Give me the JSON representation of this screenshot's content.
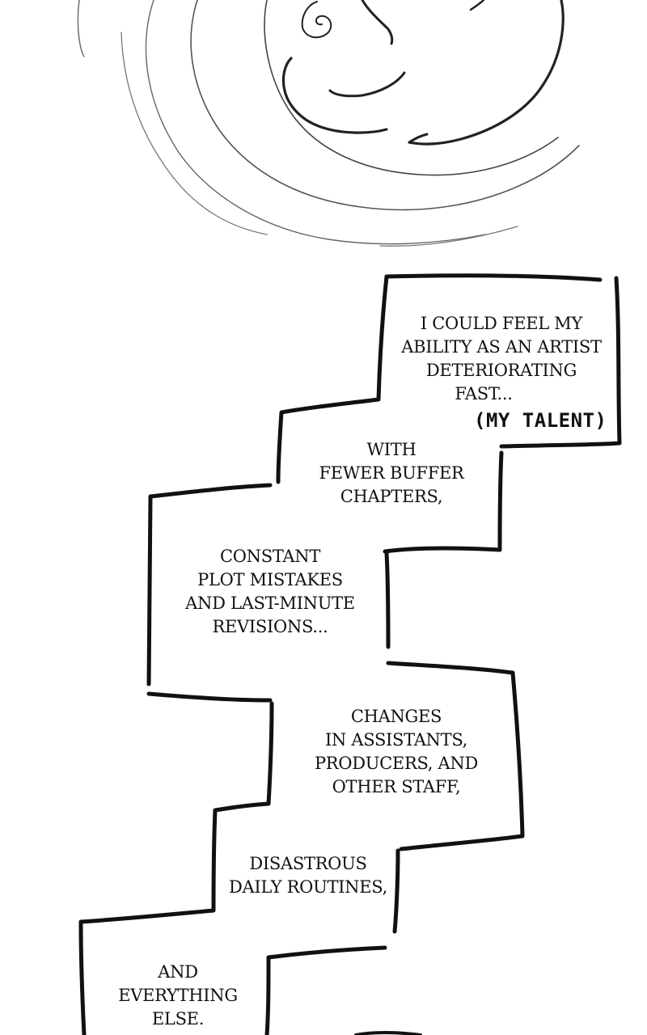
{
  "captions": [
    {
      "id": "talent",
      "lines": [
        "I COULD FEEL MY",
        "ABILITY AS AN ARTIST",
        "DETERIORATING",
        "FAST..."
      ]
    },
    {
      "id": "buffer",
      "lines": [
        "WITH",
        "FEWER BUFFER",
        "CHAPTERS,"
      ]
    },
    {
      "id": "mistakes",
      "lines": [
        "CONSTANT",
        "PLOT MISTAKES",
        "AND LAST-MINUTE",
        "REVISIONS..."
      ]
    },
    {
      "id": "staff",
      "lines": [
        "CHANGES",
        "IN ASSISTANTS,",
        "PRODUCERS, AND",
        "OTHER STAFF,"
      ]
    },
    {
      "id": "routines",
      "lines": [
        "DISASTROUS",
        "DAILY ROUTINES,"
      ]
    },
    {
      "id": "everything",
      "lines": [
        "AND",
        "EVERYTHING",
        "ELSE."
      ]
    }
  ],
  "handwritten_note": "(MY TALENT)"
}
